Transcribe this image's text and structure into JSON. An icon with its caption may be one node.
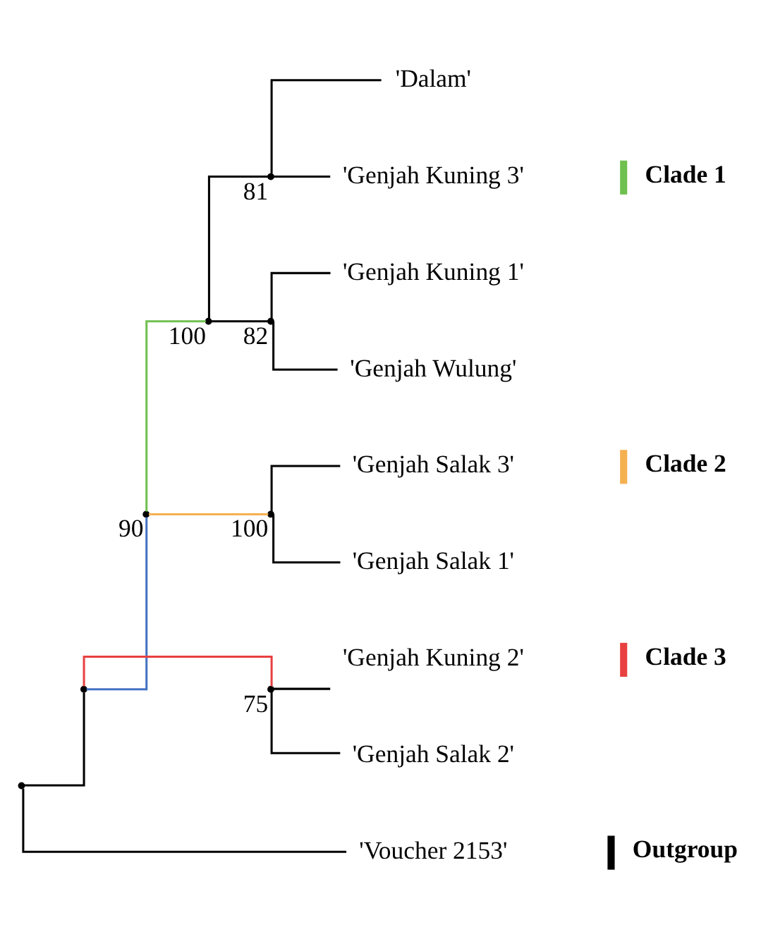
{
  "diagram": {
    "nodes": [
      {
        "text": [],
        "shape": "point"
      },
      {
        "text": [],
        "shape": "point"
      },
      {
        "text": [],
        "shape": "point",
        "beside": [
          "90"
        ]
      },
      {
        "text": [],
        "shape": "point",
        "beside": [
          "100"
        ]
      },
      {
        "text": [],
        "shape": "point",
        "beside": [
          "81"
        ]
      },
      {
        "text": [
          "'Dalam'"
        ]
      },
      {
        "text": [
          "'Genjah Kuning 3'"
        ]
      },
      {
        "text": [],
        "shape": "point",
        "beside": [
          "82"
        ]
      },
      {
        "text": [
          "'Genjah Kuning 1'"
        ]
      },
      {
        "text": [
          "'Genjah Wulung'"
        ]
      },
      {
        "text": [],
        "shape": "point",
        "beside": [
          "100"
        ]
      },
      {
        "text": [
          "'Genjah Salak 3'"
        ]
      },
      {
        "text": [
          "'Genjah Salak 1'"
        ]
      },
      {
        "text": [],
        "shape": "point",
        "beside": [
          "75"
        ]
      },
      {
        "text": [
          "'Genjah Kuning 2'"
        ]
      },
      {
        "text": [
          "'Genjah Salak 2'"
        ]
      },
      {
        "text": [
          "'Voucher 2153'"
        ]
      }
    ],
    "edges": [
      {
        "from": 0,
        "to": 1,
        "arrow": "none"
      },
      {
        "from": 1,
        "to": 2,
        "arrow": "none",
        "color": "#4472c4"
      },
      {
        "from": 2,
        "to": 3,
        "arrow": "none",
        "color": "#70c050"
      },
      {
        "from": 3,
        "to": 4,
        "arrow": "none"
      },
      {
        "from": 4,
        "to": 5,
        "arrow": "none"
      },
      {
        "from": 4,
        "to": 6,
        "arrow": "none"
      },
      {
        "from": 3,
        "to": 7,
        "arrow": "none"
      },
      {
        "from": 7,
        "to": 8,
        "arrow": "none"
      },
      {
        "from": 7,
        "to": 9,
        "arrow": "none"
      },
      {
        "from": 2,
        "to": 10,
        "arrow": "none",
        "color": "#f5b050"
      },
      {
        "from": 10,
        "to": 11,
        "arrow": "none"
      },
      {
        "from": 10,
        "to": 12,
        "arrow": "none"
      },
      {
        "from": 1,
        "to": 13,
        "arrow": "none",
        "color": "#e84040"
      },
      {
        "from": 13,
        "to": 14,
        "arrow": "none"
      },
      {
        "from": 13,
        "to": 15,
        "arrow": "none"
      },
      {
        "from": 0,
        "to": 16,
        "arrow": "none"
      }
    ],
    "labels": [
      "Clade 1",
      "Clade 2",
      "Clade 3",
      "Outgroup"
    ]
  }
}
